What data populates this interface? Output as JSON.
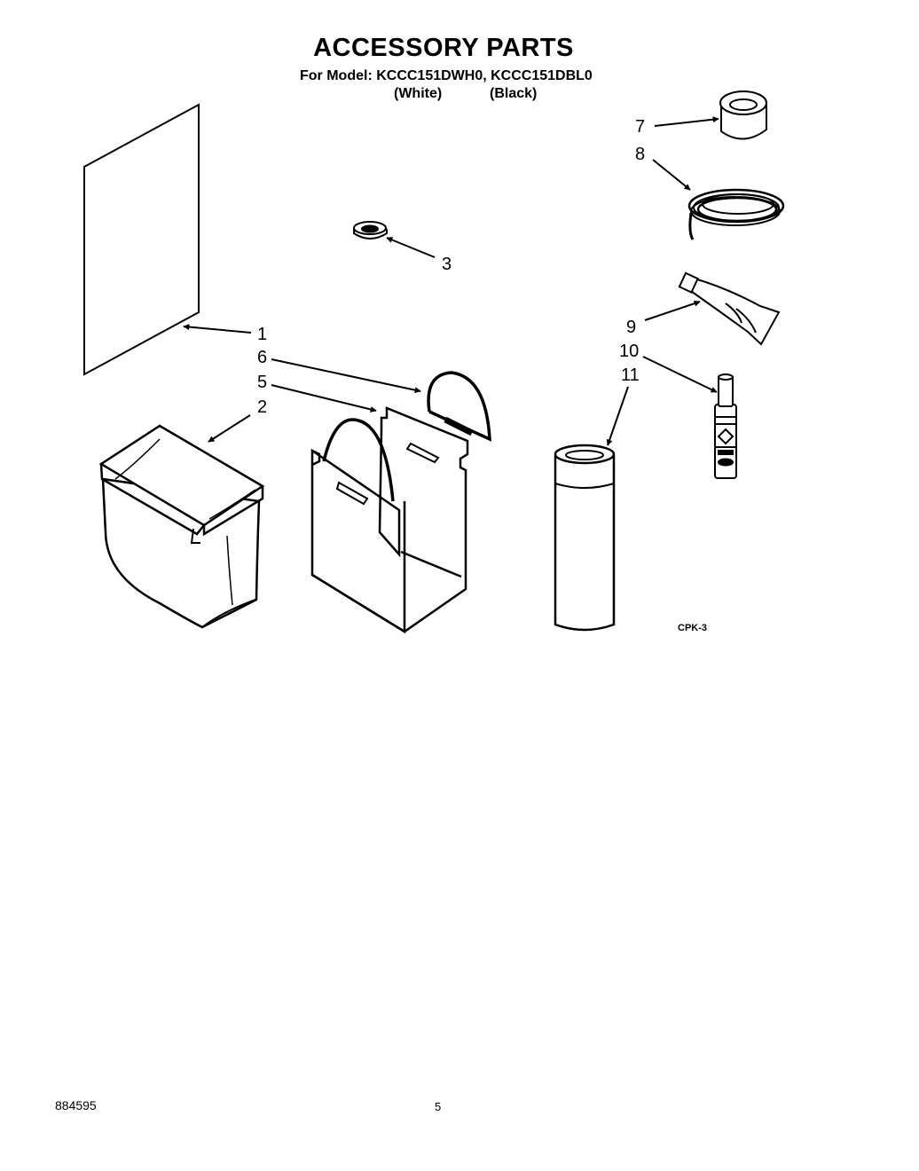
{
  "header": {
    "title": "ACCESSORY PARTS",
    "model_line": "For Model: KCCC151DWH0, KCCC151DBL0",
    "variant_white": "(White)",
    "variant_black": "(Black)"
  },
  "callouts": {
    "c1": "1",
    "c2": "2",
    "c3": "3",
    "c5": "5",
    "c6": "6",
    "c7": "7",
    "c8": "8",
    "c9": "9",
    "c10": "10",
    "c11": "11"
  },
  "figure_code": "CPK-3",
  "footer": {
    "doc_number": "884595",
    "page_number": "5"
  }
}
